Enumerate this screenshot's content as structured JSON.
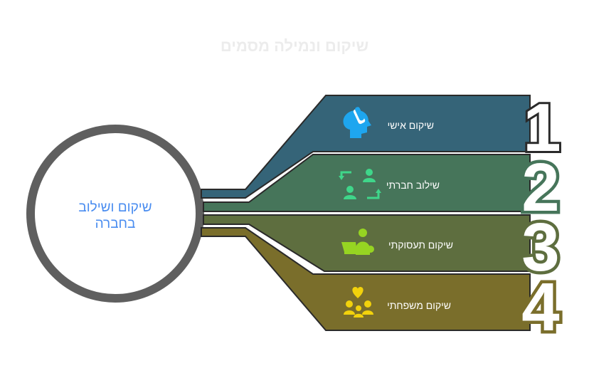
{
  "title": "שיקום ונמילה מסמים",
  "hub": {
    "line1": "שיקום ושילוב",
    "line2": "בחברה"
  },
  "items": [
    {
      "number": "1",
      "label": "שיקום אישי",
      "icon": "head-hand-icon",
      "color": "#356478",
      "icon_color": "#1ea6ef"
    },
    {
      "number": "2",
      "label": "שילוב חברתי",
      "icon": "people-exchange-icon",
      "color": "#46755a",
      "icon_color": "#3fd68a"
    },
    {
      "number": "3",
      "label": "שיקום תעסוקתי",
      "icon": "person-laptop-icon",
      "color": "#5e6e3f",
      "icon_color": "#96d422"
    },
    {
      "number": "4",
      "label": "שיקום משפחתי",
      "icon": "family-heart-icon",
      "color": "#7a6e2b",
      "icon_color": "#f2d20c"
    }
  ],
  "colors": {
    "hub_ring": "#5f5f5f",
    "outline": "#2a2a2a",
    "number_fill": "#ffffff"
  }
}
